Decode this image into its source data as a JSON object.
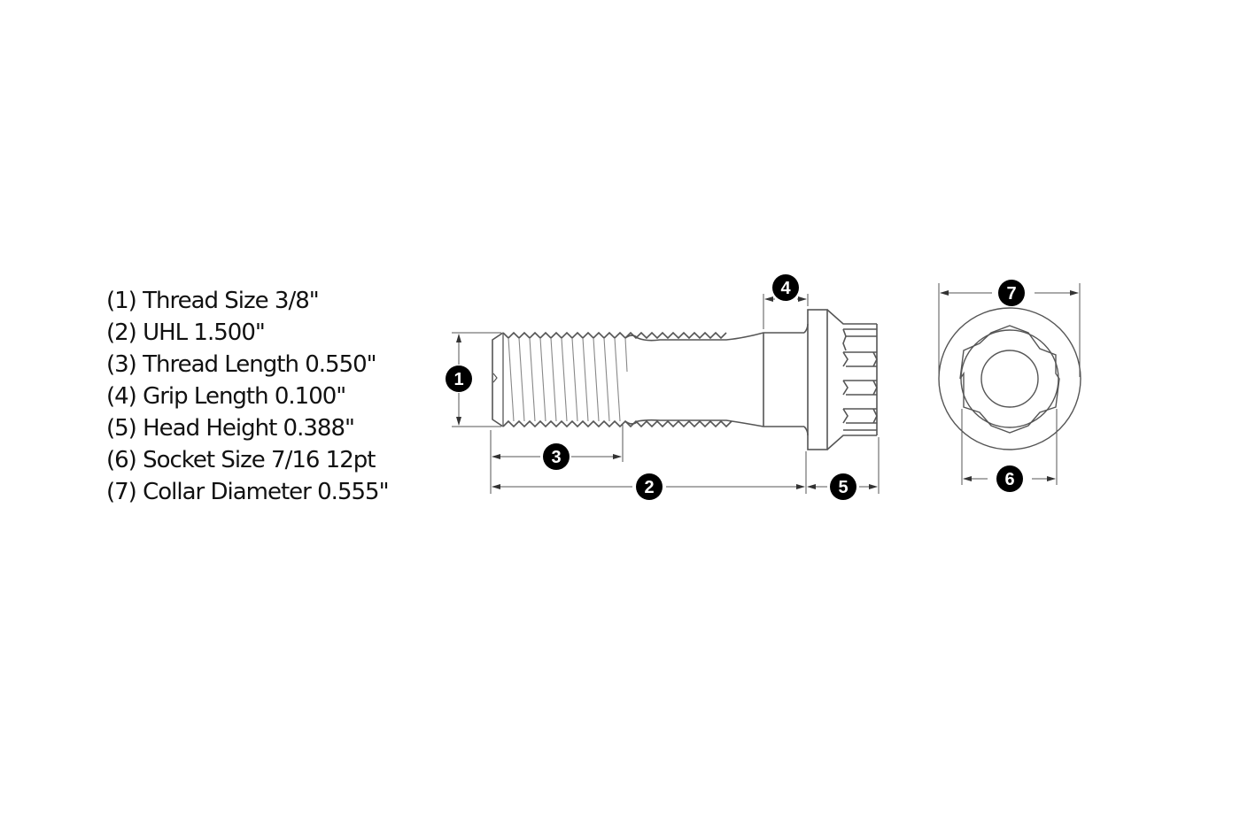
{
  "specs": [
    {
      "num": 1,
      "label": "Thread Size",
      "value": "3/8\"",
      "text": "(1) Thread Size 3/8\""
    },
    {
      "num": 2,
      "label": "UHL",
      "value": "1.500\"",
      "text": "(2) UHL 1.500\""
    },
    {
      "num": 3,
      "label": "Thread Length",
      "value": "0.550\"",
      "text": "(3) Thread Length 0.550\""
    },
    {
      "num": 4,
      "label": "Grip Length",
      "value": "0.100\"",
      "text": "(4) Grip Length 0.100\""
    },
    {
      "num": 5,
      "label": "Head Height",
      "value": "0.388\"",
      "text": "(5) Head Height 0.388\""
    },
    {
      "num": 6,
      "label": "Socket Size",
      "value": "7/16 12pt",
      "text": "(6) Socket Size 7/16 12pt"
    },
    {
      "num": 7,
      "label": "Collar Diameter",
      "value": "0.555\"",
      "text": "(7) Collar Diameter 0.555\""
    }
  ],
  "callouts": {
    "c1": "1",
    "c2": "2",
    "c3": "3",
    "c4": "4",
    "c5": "5",
    "c6": "6",
    "c7": "7"
  },
  "colors": {
    "line": "#555555",
    "callout_fill": "#000000",
    "text": "#111111"
  }
}
